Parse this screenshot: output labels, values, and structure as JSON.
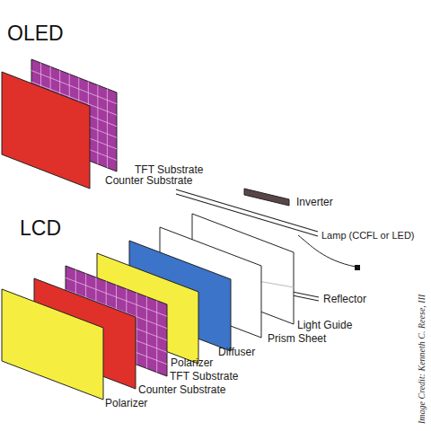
{
  "diagram": {
    "labels": [
      "OLED",
      "TFT Substrate",
      "Counter Substrate",
      "LCD",
      "Inverter",
      "Lamp (CCFL or LED)",
      "Reflector",
      "Light Guide",
      "Prism Sheet",
      "Diffuser",
      "Polarizer",
      "TFT Substrate",
      "Counter Substrate",
      "Polarizer",
      "Image Credit: Kenneth C. Reese, III"
    ]
  }
}
